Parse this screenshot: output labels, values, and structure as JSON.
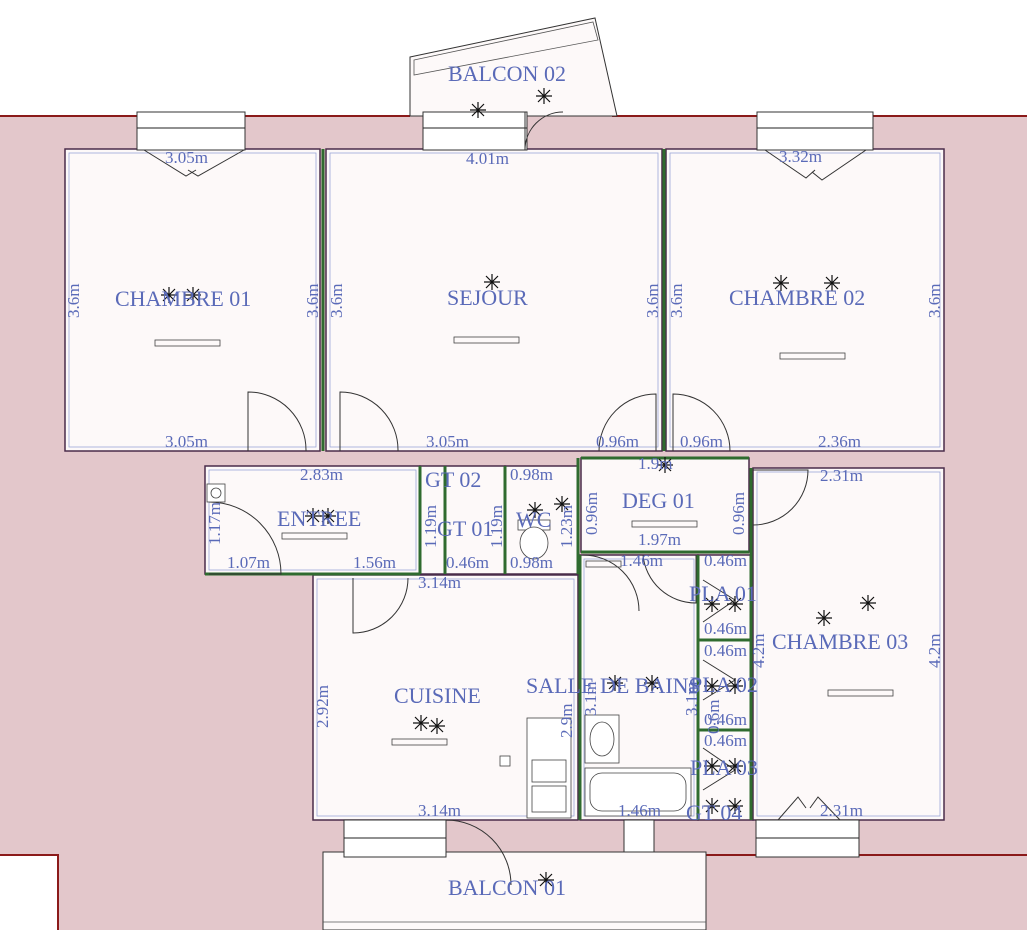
{
  "colors": {
    "background": "#e3c7cb",
    "exterior_line": "#8b1a1a",
    "room_fill": "#fdf9f9",
    "label": "#5a6ab8",
    "partition": "#2f6b2f"
  },
  "rooms": {
    "chambre01": "CHAMBRE 01",
    "sejour": "SEJOUR",
    "chambre02": "CHAMBRE 02",
    "entree": "ENTREE",
    "wc": "WC",
    "deg01": "DEG 01",
    "cuisine": "CUISINE",
    "salle_de_bains": "SALLE DE BAINS",
    "chambre03": "CHAMBRE 03",
    "balcon01": "BALCON 01",
    "balcon02": "BALCON 02",
    "pla01": "PLA 01",
    "pla02": "PLA 02",
    "pla03": "PLA 03",
    "gt01": "GT 01",
    "gt02": "GT 02",
    "gt04": "GT 04"
  },
  "dimensions": {
    "d_3_05m": "3.05m",
    "d_4_01m": "4.01m",
    "d_3_32m": "3.32m",
    "d_3_6m": "3.6m",
    "d_0_96m": "0.96m",
    "d_2_36m": "2.36m",
    "d_2_83m": "2.83m",
    "d_2_31m": "2.31m",
    "d_0_98m": "0.98m",
    "d_1_9m": "1.9m",
    "d_1_97m": "1.97m",
    "d_1_46m": "1.46m",
    "d_0_46m": "0.46m",
    "d_1_17m": "1.17m",
    "d_1_19m": "1.19m",
    "d_1_23m": "1.23m",
    "d_1_07m": "1.07m",
    "d_1_56m": "1.56m",
    "d_3_14m": "3.14m",
    "d_2_92m": "2.92m",
    "d_2_9m": "2.9m",
    "d_3_1m": "3.1m",
    "d_4_2m": "4.2m",
    "d_0_6m": "0.6m"
  }
}
